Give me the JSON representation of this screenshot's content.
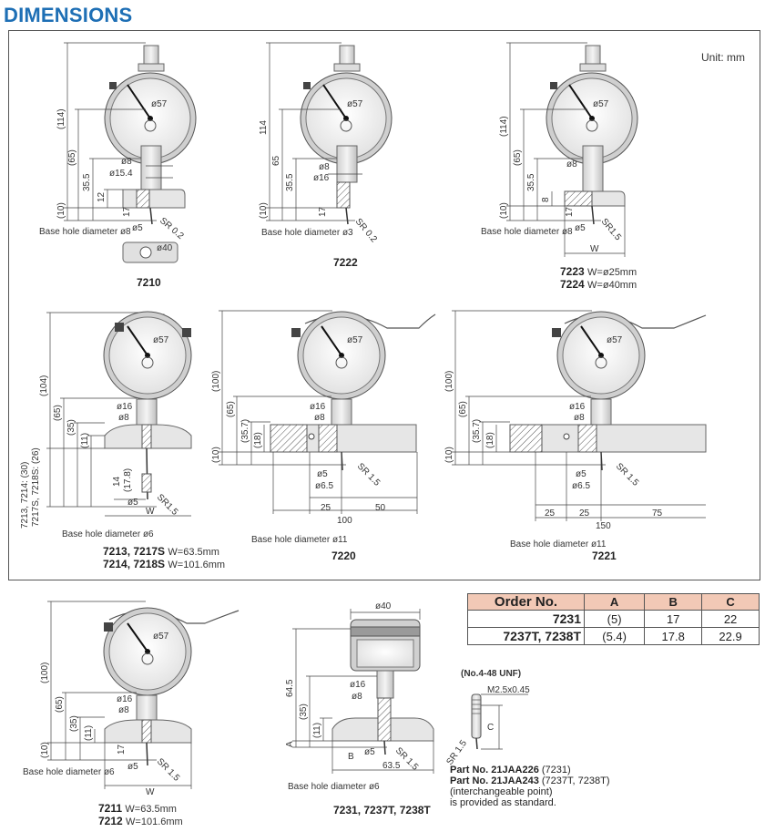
{
  "title": "DIMENSIONS",
  "unit": "Unit: mm",
  "drawings": {
    "m7210": {
      "code": "7210",
      "d114": "(114)",
      "d65": "(65)",
      "d35": "35.5",
      "d12": "12",
      "d10": "(10)",
      "d17": "17",
      "phi8": "ø8",
      "phi154": "ø15.4",
      "phi57": "ø57",
      "phi5": "ø5",
      "sr": "SR 0.2",
      "phi40": "ø40",
      "base": "Base hole diameter ø8"
    },
    "m7222": {
      "code": "7222",
      "d114": "114",
      "d65": "65",
      "d35": "35.5",
      "d10": "(10)",
      "d17": "17",
      "phi8": "ø8",
      "phi16": "ø16",
      "phi57": "ø57",
      "sr": "SR 0.2",
      "base": "Base hole diameter ø3"
    },
    "m7223": {
      "code1": "7223",
      "w1": "W=ø25mm",
      "code2": "7224",
      "w2": "W=ø40mm",
      "d114": "(114)",
      "d65": "(65)",
      "d35": "35.5",
      "d8": "8",
      "d10": "(10)",
      "d17": "17",
      "phi8": "ø8",
      "phi57": "ø57",
      "phi5": "ø5",
      "sr": "SR1.5",
      "w": "W",
      "base": "Base hole diameter ø8"
    },
    "m7213": {
      "code1": "7213, 7217S",
      "w1": "W=63.5mm",
      "code2": "7214, 7218S",
      "w2": "W=101.6mm",
      "d104": "(104)",
      "d65": "(65)",
      "d35": "(35)",
      "d11": "(11)",
      "side": "7213, 7214: (30)",
      "side2": "7217S, 7218S: (26)",
      "d14": "14",
      "d178": "(17.8)",
      "phi16": "ø16",
      "phi8": "ø8",
      "phi57": "ø57",
      "phi5": "ø5",
      "sr": "SR1.5",
      "w": "W",
      "base": "Base hole diameter ø6"
    },
    "m7220": {
      "code": "7220",
      "d100": "(100)",
      "d65": "(65)",
      "d357": "(35.7)",
      "d18": "(18)",
      "d10": "(10)",
      "phi16": "ø16",
      "phi8": "ø8",
      "phi57": "ø57",
      "phi5": "ø5",
      "phi65": "ø6.5",
      "sr": "SR 1.5",
      "d25": "25",
      "d50": "50",
      "d100b": "100",
      "base": "Base hole diameter ø11"
    },
    "m7221": {
      "code": "7221",
      "d100": "(100)",
      "d65": "(65)",
      "d357": "(35.7)",
      "d18": "(18)",
      "d10": "(10)",
      "phi16": "ø16",
      "phi8": "ø8",
      "phi57": "ø57",
      "phi5": "ø5",
      "phi65": "ø6.5",
      "sr": "SR 1.5",
      "d25a": "25",
      "d25b": "25",
      "d75": "75",
      "d150": "150",
      "base": "Base hole diameter ø11"
    },
    "m7211": {
      "code1": "7211",
      "w1": "W=63.5mm",
      "code2": "7212",
      "w2": "W=101.6mm",
      "d100": "(100)",
      "d65": "(65)",
      "d35": "(35)",
      "d11": "(11)",
      "d10": "(10)",
      "d17": "17",
      "phi16": "ø16",
      "phi8": "ø8",
      "phi57": "ø57",
      "phi5": "ø5",
      "sr": "SR 1.5",
      "w": "W",
      "base": "Base hole diameter ø6"
    },
    "m7231": {
      "code": "7231, 7237T, 7238T",
      "phi40": "ø40",
      "d645": "64.5",
      "d35": "(35)",
      "d11": "(11)",
      "a": "A",
      "b": "B",
      "phi16": "ø16",
      "phi8": "ø8",
      "phi5": "ø5",
      "sr": "SR 1.5",
      "d635": "63.5",
      "base": "Base hole diameter ø6"
    },
    "point": {
      "unf": "(No.4-48 UNF)",
      "m25": "M2.5x0.45",
      "c": "C",
      "sr": "SR 1.5"
    }
  },
  "table": {
    "headers": [
      "Order No.",
      "A",
      "B",
      "C"
    ],
    "rows": [
      [
        "7231",
        "(5)",
        "17",
        "22"
      ],
      [
        "7237T, 7238T",
        "(5.4)",
        "17.8",
        "22.9"
      ]
    ]
  },
  "parts": {
    "p1_label": "Part No. 21JAA226",
    "p1_model": "(7231)",
    "p2_label": "Part No. 21JAA243",
    "p2_model": "(7237T, 7238T)",
    "note1": "(interchangeable point)",
    "note2": "is provided as standard."
  }
}
